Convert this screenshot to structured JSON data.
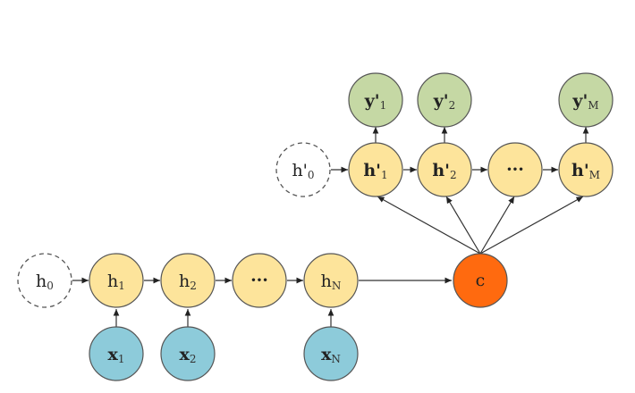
{
  "colors": {
    "hidden_fill": "#FDE49B",
    "hidden_stroke": "#555555",
    "input_fill": "#8DCBDA",
    "output_fill": "#C5D8A4",
    "context_fill": "#FF6A0F",
    "initial_fill": "#FFFFFF",
    "edge": "#333333"
  },
  "encoder": {
    "h0": {
      "base": "h",
      "sub": "0"
    },
    "h1": {
      "base": "h",
      "sub": "1"
    },
    "h2": {
      "base": "h",
      "sub": "2"
    },
    "dots": {
      "base": "···",
      "sub": ""
    },
    "hN": {
      "base": "h",
      "sub": "N"
    },
    "x1": {
      "base": "x",
      "sub": "1"
    },
    "x2": {
      "base": "x",
      "sub": "2"
    },
    "xN": {
      "base": "x",
      "sub": "N"
    }
  },
  "context": {
    "base": "c",
    "sub": ""
  },
  "decoder": {
    "h0p": {
      "base": "h'",
      "sub": "0"
    },
    "h1p": {
      "base": "h'",
      "sub": "1"
    },
    "h2p": {
      "base": "h'",
      "sub": "2"
    },
    "dots": {
      "base": "···",
      "sub": ""
    },
    "hMp": {
      "base": "h'",
      "sub": "M"
    },
    "y1p": {
      "base": "y'",
      "sub": "1"
    },
    "y2p": {
      "base": "y'",
      "sub": "2"
    },
    "yMp": {
      "base": "y'",
      "sub": "M"
    }
  }
}
